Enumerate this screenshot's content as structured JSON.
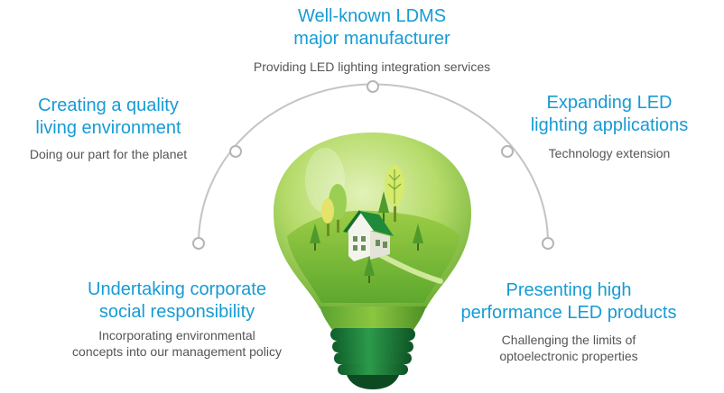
{
  "items": [
    {
      "title": [
        "Well-known LDMS",
        "major manufacturer"
      ],
      "desc": [
        "Providing LED lighting integration services"
      ]
    },
    {
      "title": [
        "Creating a quality",
        "living environment"
      ],
      "desc": [
        "Doing our part for the planet"
      ]
    },
    {
      "title": [
        "Expanding LED",
        "lighting applications"
      ],
      "desc": [
        "Technology extension"
      ]
    },
    {
      "title": [
        "Undertaking corporate",
        "social responsibility"
      ],
      "desc": [
        "Incorporating environmental",
        "concepts into our management policy"
      ]
    },
    {
      "title": [
        "Presenting high",
        "performance LED products"
      ],
      "desc": [
        "Challenging the limits of",
        "optoelectronic properties"
      ]
    }
  ],
  "colors": {
    "title": "#169bd5",
    "desc": "#555555",
    "arc": "#bfbfbf",
    "bulb_light": "#cfe89a",
    "bulb_mid": "#8cc63f",
    "bulb_dark": "#4e9a2a",
    "base": "#1f7a3a"
  }
}
